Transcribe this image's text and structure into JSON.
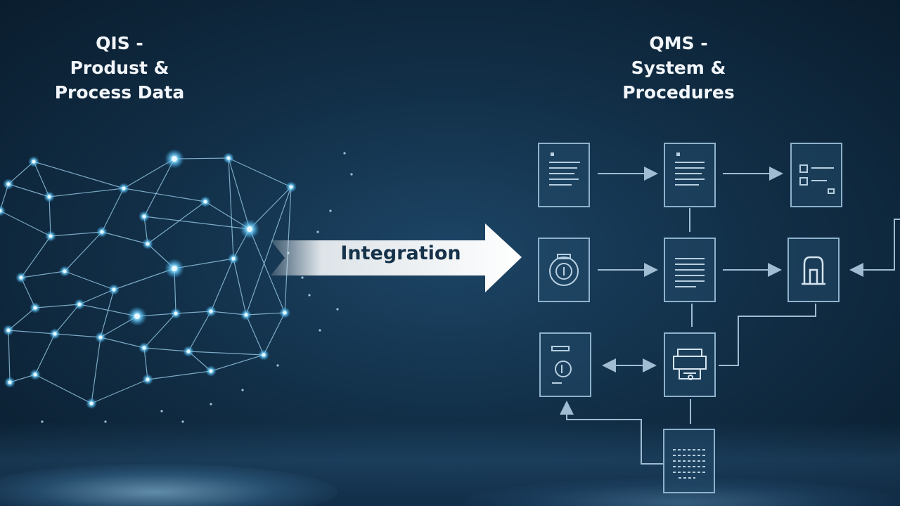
{
  "left_heading": {
    "line1": "QIS -",
    "line2": "Produst &",
    "line3": "Process Data"
  },
  "right_heading": {
    "line1": "QMS -",
    "line2": "System &",
    "line3": "Procedures"
  },
  "integration_label": "Integration",
  "colors": {
    "background": "#123049",
    "node_glow": "#7fd8ff",
    "network_line": "#9fd4f0",
    "box_border": "#8fb2cc",
    "arrow_fill": "#f3f6f8"
  },
  "flow_boxes": [
    {
      "id": "doc-1",
      "icon": "document-icon"
    },
    {
      "id": "doc-2",
      "icon": "document-icon"
    },
    {
      "id": "doc-3",
      "icon": "form-icon"
    },
    {
      "id": "gear-box",
      "icon": "gear-icon"
    },
    {
      "id": "doc-4",
      "icon": "list-icon"
    },
    {
      "id": "stamp-box",
      "icon": "stamp-icon"
    },
    {
      "id": "doc-5",
      "icon": "record-icon"
    },
    {
      "id": "printer-box",
      "icon": "printer-icon"
    },
    {
      "id": "doc-6",
      "icon": "table-icon"
    }
  ]
}
